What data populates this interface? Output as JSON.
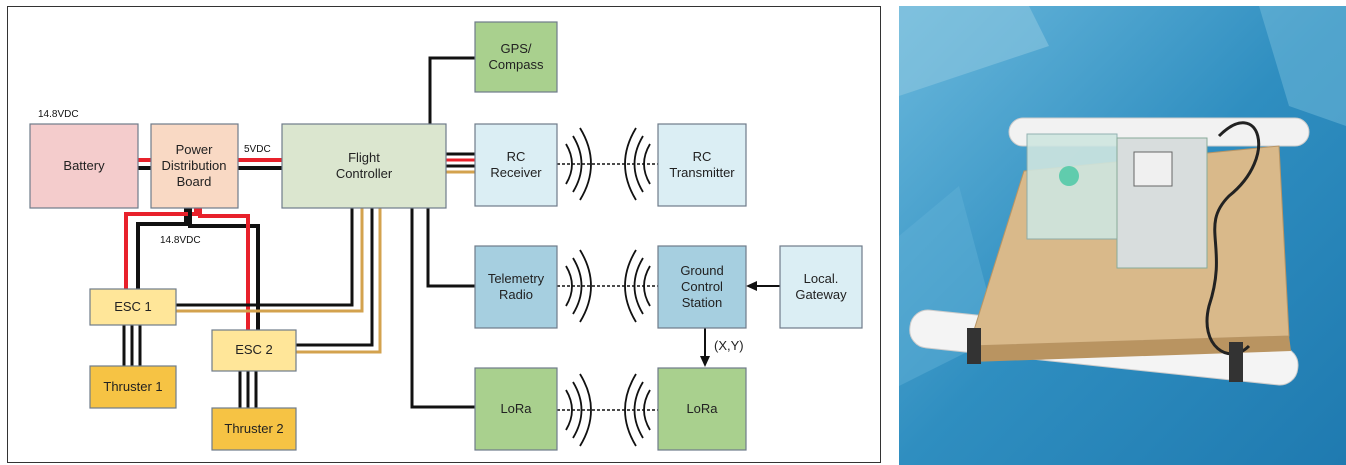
{
  "diagram": {
    "nodes": {
      "battery": {
        "label": [
          "Battery"
        ],
        "fill": "#f4cccc"
      },
      "pdb": {
        "label": [
          "Power",
          "Distribution",
          "Board"
        ],
        "fill": "#f9d9c4"
      },
      "fc": {
        "label": [
          "Flight",
          "Controller"
        ],
        "fill": "#dbe6cf"
      },
      "gps": {
        "label": [
          "GPS/",
          "Compass"
        ],
        "fill": "#a9d08e"
      },
      "rc_rx": {
        "label": [
          "RC",
          "Receiver"
        ],
        "fill": "#dbeef4"
      },
      "rc_tx": {
        "label": [
          "RC",
          "Transmitter"
        ],
        "fill": "#dbeef4"
      },
      "telemetry": {
        "label": [
          "Telemetry",
          "Radio"
        ],
        "fill": "#a6cfe0"
      },
      "gcs": {
        "label": [
          "Ground",
          "Control",
          "Station"
        ],
        "fill": "#a6cfe0"
      },
      "gateway": {
        "label": [
          "Local.",
          "Gateway"
        ],
        "fill": "#dbeef4"
      },
      "lora1": {
        "label": [
          "LoRa"
        ],
        "fill": "#a9d08e"
      },
      "lora2": {
        "label": [
          "LoRa"
        ],
        "fill": "#a9d08e"
      },
      "esc1": {
        "label": [
          "ESC 1"
        ],
        "fill": "#ffe699"
      },
      "esc2": {
        "label": [
          "ESC 2"
        ],
        "fill": "#ffe699"
      },
      "thr1": {
        "label": [
          "Thruster 1"
        ],
        "fill": "#f6c344"
      },
      "thr2": {
        "label": [
          "Thruster 2"
        ],
        "fill": "#f6c344"
      }
    },
    "labels": {
      "battery_voltage": "14.8VDC",
      "esc_voltage": "14.8VDC",
      "fc_voltage": "5VDC",
      "gcs_output": "(X,Y)"
    },
    "wire_colors": {
      "power": "#e8212b",
      "ground": "#111111",
      "signal": "#d3a24e",
      "link": "#111111"
    }
  },
  "photo": {
    "description_icon": "boat-prototype-photo",
    "colors": {
      "water": "#2f8ec0",
      "board": "#d9b98a",
      "pipe": "#f2f2f2"
    }
  }
}
